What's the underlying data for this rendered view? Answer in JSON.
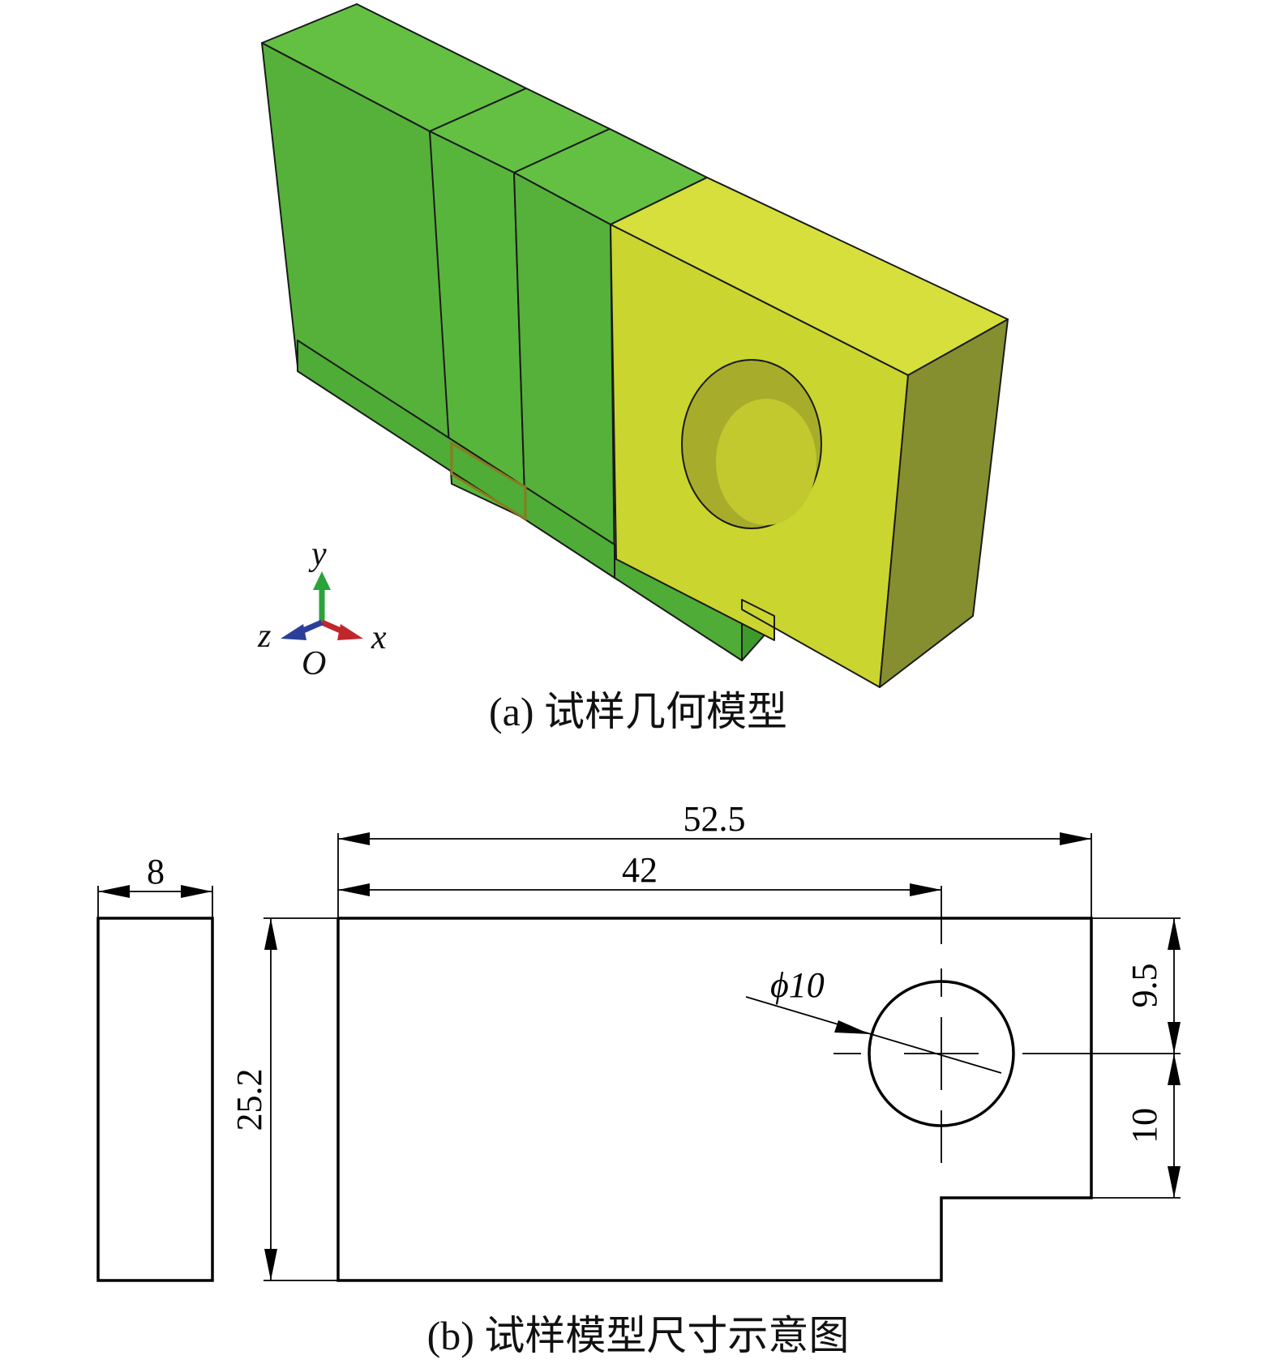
{
  "captions": {
    "a": "(a) 试样几何模型",
    "b": "(b) 试样模型尺寸示意图"
  },
  "axes": {
    "y": "y",
    "z": "z",
    "x": "x",
    "origin": "O"
  },
  "dimensions": {
    "thickness": "8",
    "total_length": "52.5",
    "hole_center_x": "42",
    "height": "25.2",
    "hole_diameter": "ϕ10",
    "hole_from_top": "9.5",
    "hole_from_notch": "10"
  },
  "colors": {
    "green_front": "#55b13a",
    "green_top": "#63c043",
    "yellow_front": "#cbd52f",
    "yellow_top": "#d6df3c",
    "yellow_side": "#868f2f",
    "axis_y": "#2aa33a",
    "axis_x": "#c0272d",
    "axis_z": "#2b3f9a"
  }
}
